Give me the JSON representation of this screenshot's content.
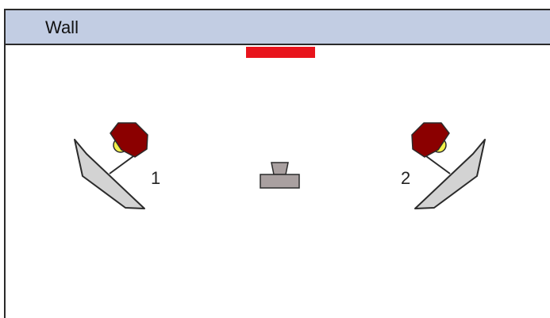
{
  "wall": {
    "label": "Wall",
    "background_color": "#c2cde3"
  },
  "backdrop": {
    "color": "#e8141c"
  },
  "lights": [
    {
      "number": "1",
      "head_color": "#8b0000",
      "bulb_color": "#f3f04a",
      "reflector_color": "#d3d3d3"
    },
    {
      "number": "2",
      "head_color": "#8b0000",
      "bulb_color": "#f3f04a",
      "reflector_color": "#d3d3d3"
    }
  ],
  "subject": {
    "color": "#a9a0a0"
  }
}
